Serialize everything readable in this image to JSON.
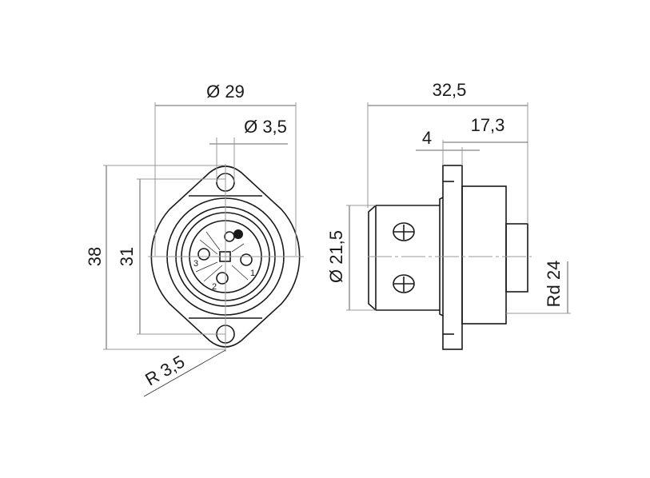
{
  "front_view": {
    "dimensions": {
      "outer_diameter": "Ø 29",
      "hole_diameter": "Ø 3,5",
      "height_total": "38",
      "hole_spacing": "31",
      "radius": "R 3,5"
    },
    "pin_labels": [
      "1",
      "2",
      "3"
    ]
  },
  "side_view": {
    "dimensions": {
      "total_length": "32,5",
      "rear_length": "17,3",
      "flange_thickness": "4",
      "front_diameter": "Ø 21,5",
      "thread": "Rd 24"
    }
  },
  "line_color": "#1a1a1a"
}
